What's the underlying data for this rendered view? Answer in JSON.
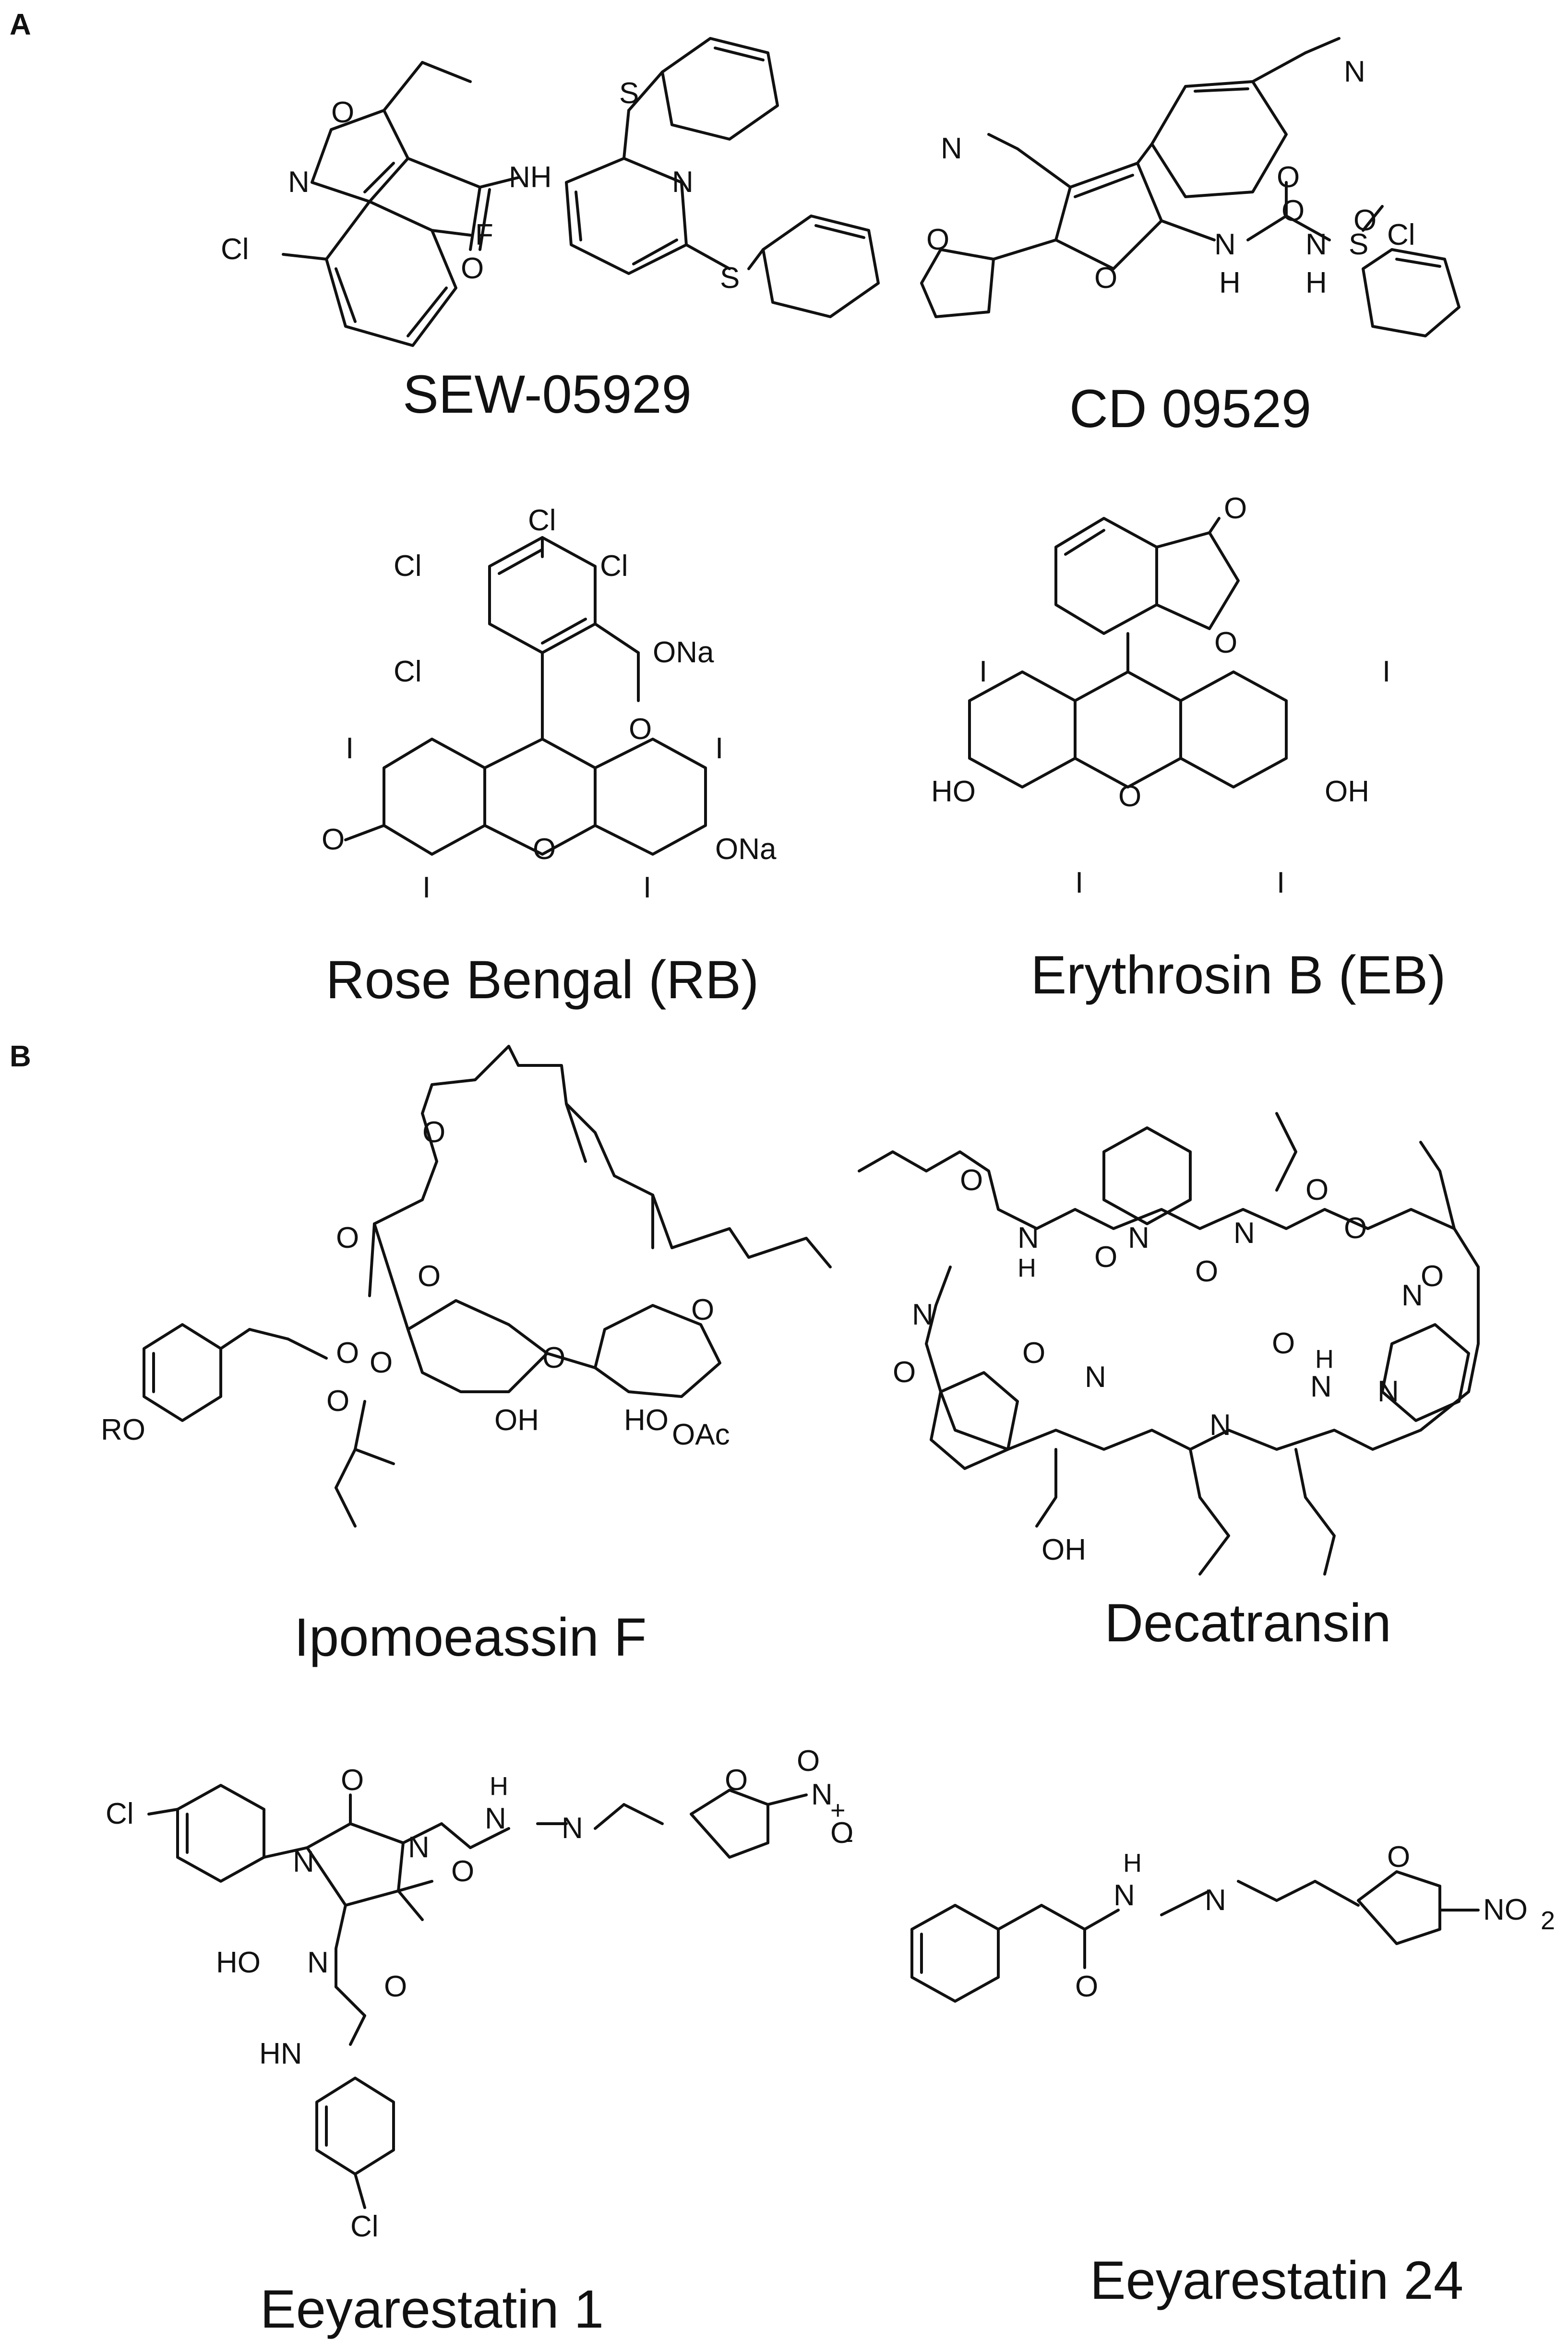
{
  "panels": [
    {
      "letter": "A",
      "compounds": [
        {
          "name": "SEW-05929",
          "labels": [
            "O",
            "N",
            "NH",
            "O",
            "Cl",
            "F",
            "S",
            "N",
            "S"
          ]
        },
        {
          "name": "CD 09529",
          "labels": [
            "N",
            "N",
            "O",
            "O",
            "N",
            "H",
            "O",
            "N",
            "H",
            "S",
            "O",
            "O",
            "Cl"
          ]
        },
        {
          "name": "Rose Bengal (RB)",
          "labels": [
            "Cl",
            "Cl",
            "Cl",
            "Cl",
            "O",
            "ONa",
            "I",
            "I",
            "O",
            "O",
            "ONa",
            "I",
            "I"
          ]
        },
        {
          "name": "Erythrosin B (EB)",
          "labels": [
            "O",
            "O",
            "I",
            "I",
            "HO",
            "O",
            "OH",
            "I",
            "I"
          ]
        }
      ]
    },
    {
      "letter": "B",
      "compounds": [
        {
          "name": "Ipomoeassin F",
          "labels": [
            "O",
            "O",
            "O",
            "O",
            "O",
            "RO",
            "O",
            "OH",
            "O",
            "HO",
            "OAc",
            "O"
          ]
        },
        {
          "name": "Decatransin",
          "labels": [
            "O",
            "N",
            "H",
            "O",
            "N",
            "N",
            "O",
            "O",
            "O",
            "N",
            "O",
            "N",
            "O",
            "N",
            "O",
            "N",
            "H",
            "N",
            "OH",
            "N",
            "O"
          ]
        },
        {
          "name": "Eeyarestatin 1",
          "labels": [
            "Cl",
            "O",
            "N",
            "N",
            "H",
            "N",
            "N",
            "O",
            "O",
            "N",
            "O",
            "O",
            "HO",
            "N",
            "O",
            "HN",
            "Cl",
            "+",
            "-"
          ]
        },
        {
          "name": "Eeyarestatin 24",
          "labels": [
            "H",
            "N",
            "N",
            "O",
            "O",
            "NO",
            "2"
          ]
        }
      ]
    }
  ]
}
